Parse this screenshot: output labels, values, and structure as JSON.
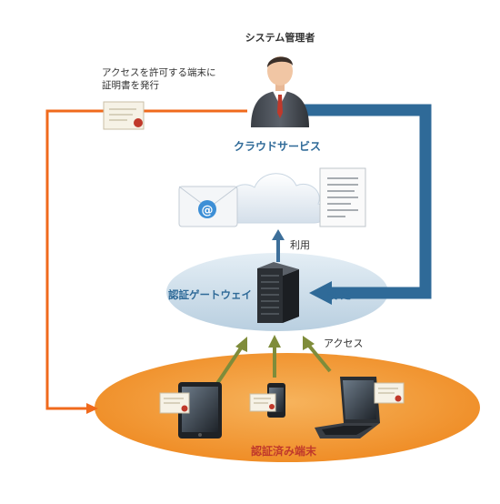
{
  "admin": {
    "label": "システム管理者"
  },
  "issue_note": {
    "line1": "アクセスを許可する端末に",
    "line2": "証明書を発行"
  },
  "cloud_service": {
    "label": "クラウドサービス",
    "email_symbol": "@"
  },
  "use_label": "利用",
  "gateway": {
    "label": "認証ゲートウェイ"
  },
  "settings_label": "設 定",
  "access_label": "アクセス",
  "devices": {
    "label": "認証済み端末"
  },
  "colors": {
    "orange": "#f06a1c",
    "blue": "#2f6a98",
    "olive": "#7f8c3a",
    "gateway_fill": "#c7dbe8",
    "devices_fill": "#f39a38"
  }
}
